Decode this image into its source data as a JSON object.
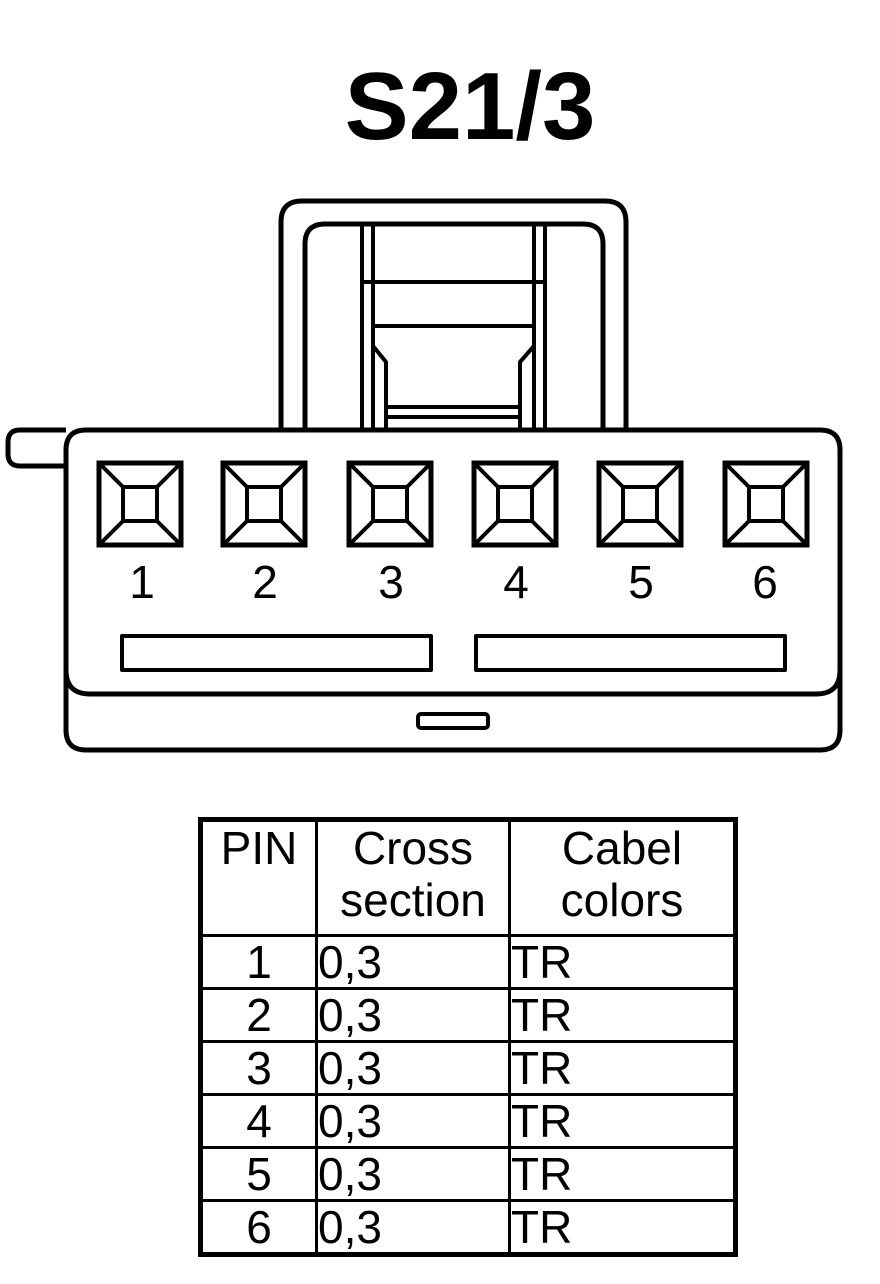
{
  "title": "S21/3",
  "connector": {
    "pins": [
      "1",
      "2",
      "3",
      "4",
      "5",
      "6"
    ]
  },
  "table": {
    "headers": {
      "pin": "PIN",
      "cross_line1": "Cross",
      "cross_line2": "section",
      "color_line1": "Cabel",
      "color_line2": "colors"
    },
    "rows": [
      {
        "pin": "1",
        "cross": "0,3",
        "color": "TR"
      },
      {
        "pin": "2",
        "cross": "0,3",
        "color": "TR"
      },
      {
        "pin": "3",
        "cross": "0,3",
        "color": "TR"
      },
      {
        "pin": "4",
        "cross": "0,3",
        "color": "TR"
      },
      {
        "pin": "5",
        "cross": "0,3",
        "color": "TR"
      },
      {
        "pin": "6",
        "cross": "0,3",
        "color": "TR"
      }
    ]
  }
}
